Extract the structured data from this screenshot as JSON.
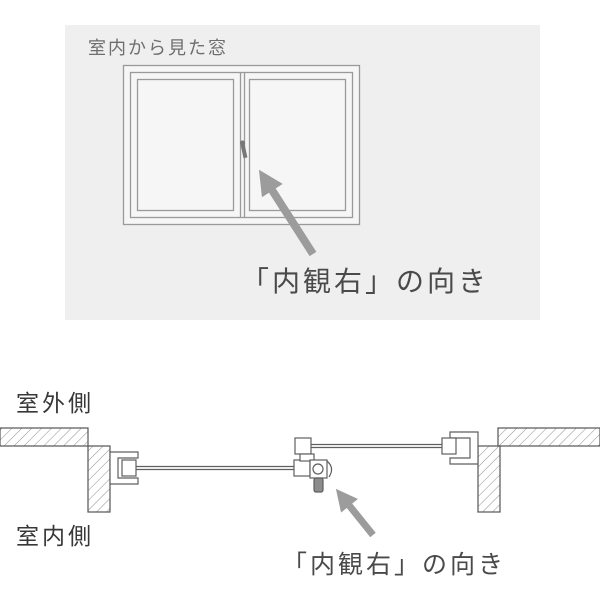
{
  "colors": {
    "panel_bg": "#efefef",
    "drawing_line": "#9a9a9a",
    "section_line": "#5f5f5f",
    "hatch_line": "#909090",
    "arrow": "#9c9c9c",
    "caption_text": "#4a4a4a",
    "label_text": "#383838",
    "title_text": "#6e6e6e"
  },
  "top_panel": {
    "title": "室内から見た窓",
    "caption": "「内観右」の向き"
  },
  "bottom_section": {
    "outdoor_label": "室外側",
    "indoor_label": "室内側",
    "caption": "「内観右」の向き"
  }
}
